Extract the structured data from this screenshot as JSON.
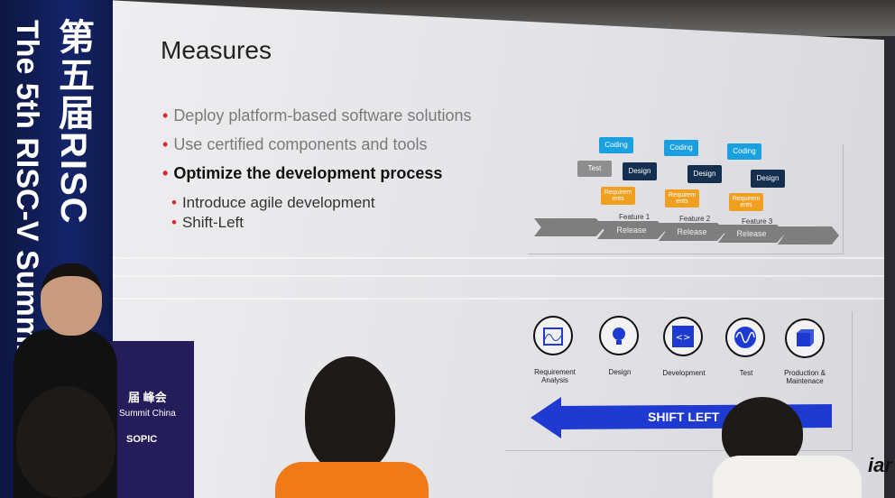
{
  "banner": {
    "cn": "第五届RISC",
    "en": "The 5th RISC-V Summit China"
  },
  "podium": {
    "cn": "届 峰会",
    "en": "Summit China",
    "logo": "SOPIC"
  },
  "slide": {
    "title": "Measures",
    "bullets": [
      "Deploy platform-based software solutions",
      "Use certified components and tools",
      "Optimize the development process",
      "Introduce agile development",
      "Shift-Left"
    ],
    "agile": {
      "coding": "Coding",
      "test": "Test",
      "design": "Design",
      "requirements": "Requirem ents",
      "release": "Release",
      "features": [
        "Feature 1",
        "Feature 2",
        "Feature 3"
      ]
    },
    "stages": [
      "Requirement Analysis",
      "Design",
      "Development",
      "Test",
      "Production & Maintenace"
    ],
    "shift_left": "SHIFT LEFT",
    "logo": "iar"
  },
  "colors": {
    "accent_blue": "#1f3ad0",
    "bullet_red": "#d42a2a",
    "banner": "#14246a"
  }
}
